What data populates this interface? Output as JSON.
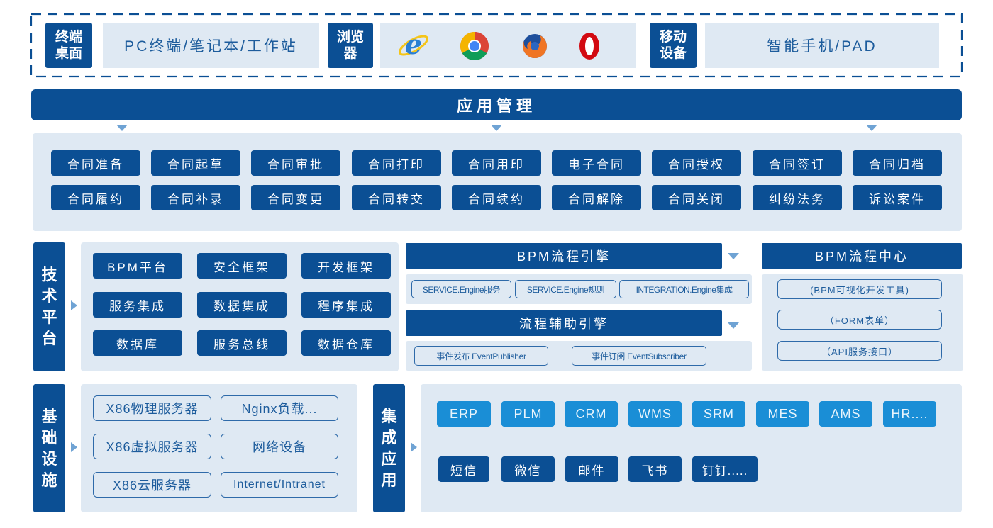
{
  "terminals": {
    "desktop_tag": "终端\n桌面",
    "desktop_text": "PC终端/笔记本/工作站",
    "browser_tag": "浏览\n器",
    "mobile_tag": "移动\n设备",
    "mobile_text": "智能手机/PAD",
    "browser_icons": [
      "ie-icon",
      "chrome-icon",
      "firefox-icon",
      "opera-icon"
    ]
  },
  "app_management": {
    "title": "应用管理",
    "row1": [
      "合同准备",
      "合同起草",
      "合同审批",
      "合同打印",
      "合同用印",
      "电子合同",
      "合同授权",
      "合同签订",
      "合同归档"
    ],
    "row2": [
      "合同履约",
      "合同补录",
      "合同变更",
      "合同转交",
      "合同续约",
      "合同解除",
      "合同关闭",
      "纠纷法务",
      "诉讼案件"
    ]
  },
  "tech_platform": {
    "label": "技\n术\n平\n台",
    "items": [
      "BPM平台",
      "安全框架",
      "开发框架",
      "服务集成",
      "数据集成",
      "程序集成",
      "数据库",
      "服务总线",
      "数据仓库"
    ]
  },
  "bpm_engine": {
    "title": "BPM流程引擎",
    "items": [
      "SERVICE.Engine服务",
      "SERVICE.Engine规则",
      "INTEGRATION.Engine集成"
    ]
  },
  "aux_engine": {
    "title": "流程辅助引擎",
    "items": [
      "事件发布 EventPublisher",
      "事件订阅 EventSubscriber"
    ]
  },
  "bpm_center": {
    "title": "BPM流程中心",
    "items": [
      "(BPM可视化开发工具)",
      "（FORM表单）",
      "（API服务接口）"
    ]
  },
  "infrastructure": {
    "label": "基\n础\n设\n施",
    "items": [
      "X86物理服务器",
      "Nginx负载...",
      "X86虚拟服务器",
      "网络设备",
      "X86云服务器",
      "Internet/Intranet"
    ]
  },
  "integration": {
    "label": "集\n成\n应\n用",
    "systems": [
      "ERP",
      "PLM",
      "CRM",
      "WMS",
      "SRM",
      "MES",
      "AMS",
      "HR...."
    ],
    "channels": [
      "短信",
      "微信",
      "邮件",
      "飞书",
      "钉钉....."
    ]
  },
  "colors": {
    "primary": "#0b4f94",
    "panel": "#dfe9f3",
    "cyan": "#1a8ed6",
    "arrow": "#6fa3d4"
  }
}
